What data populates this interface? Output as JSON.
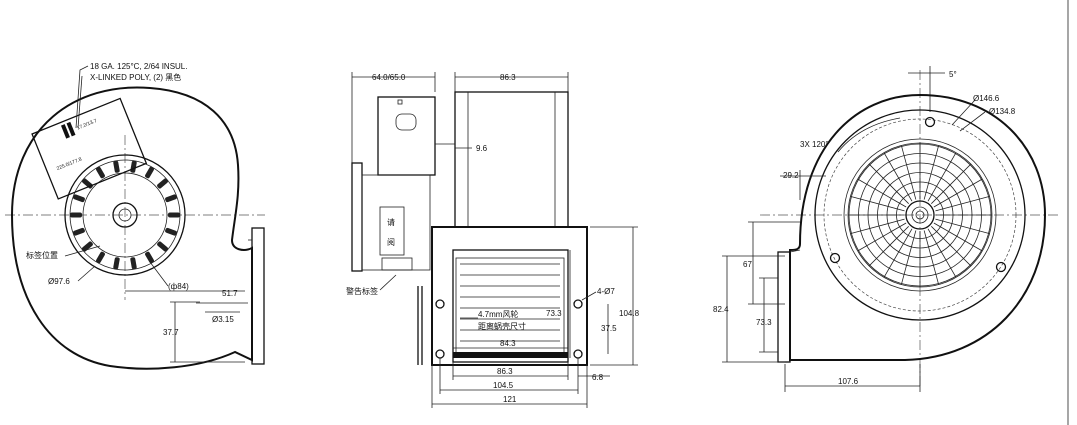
{
  "left_view": {
    "wire_note_line1": "18 GA. 125°C, 2/64 INSUL.",
    "wire_note_line2": "X-LINKED POLY, (2) 黑色",
    "label_pos": "标签位置",
    "dia_outer": "Ø97.6",
    "dia_motor": "(ф84)",
    "dim_517": "51.7",
    "dim_315": "Ø3.15",
    "dim_377": "37.7",
    "tiny_a": "17.2/13.7",
    "tiny_b": "225.0/177.8"
  },
  "middle_view": {
    "dim_top_left": "64.0/65.0",
    "dim_top_right": "86.3",
    "dim_96": "9.6",
    "warn_label": "警告标签",
    "box_label_1": "请",
    "box_label_2": "阅",
    "dim_4d7": "4-Ø7",
    "note_line1": "4.7mm风轮",
    "note_line2": "距离蜗壳尺寸",
    "dim_733": "73.3",
    "dim_1048": "104.8",
    "dim_375": "37.5",
    "dim_843": "84.3",
    "dim_863": "86.3",
    "dim_1045": "104.5",
    "dim_68": "6.8",
    "dim_121": "121"
  },
  "right_view": {
    "dim_5": "5°",
    "dia_1466": "Ø146.6",
    "dia_1348": "Ø134.8",
    "hole_note": "3X 120°",
    "dim_292": "29.2",
    "dim_67": "67",
    "dim_824": "82.4",
    "dim_733": "73.3",
    "dim_1076": "107.6"
  }
}
